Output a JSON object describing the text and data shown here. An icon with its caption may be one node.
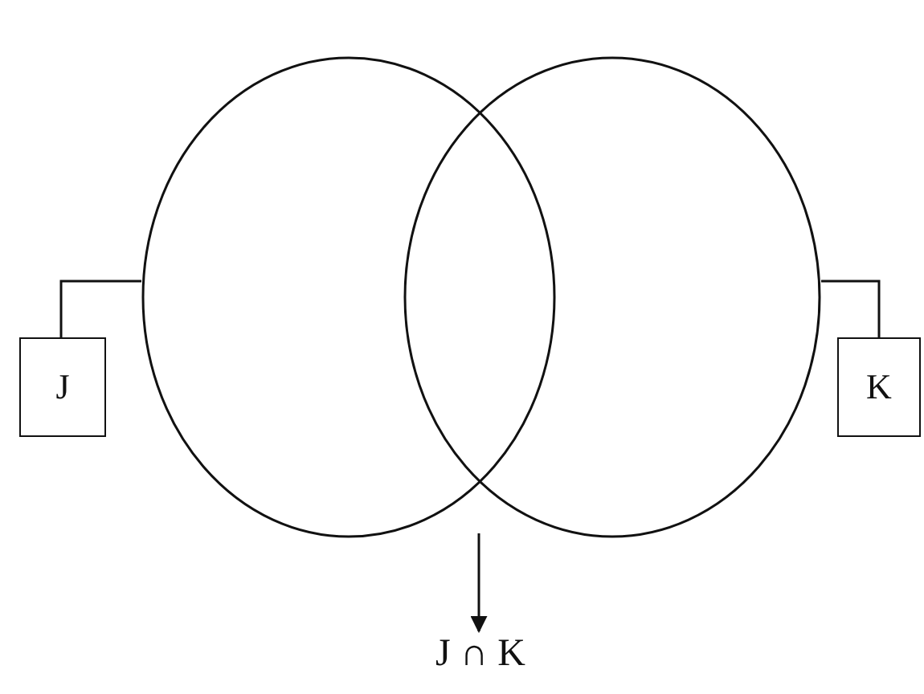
{
  "diagram": {
    "nodes": [
      {
        "text": [],
        "shape": "ellipse"
      },
      {
        "text": [],
        "shape": "ellipse"
      },
      {
        "text": [
          "J"
        ]
      },
      {
        "text": [
          "K"
        ]
      },
      {
        "text": [
          "J ∩ K"
        ]
      }
    ],
    "edges": [
      {
        "from": 2,
        "to": 0,
        "arrow": "none"
      },
      {
        "from": 3,
        "to": 1,
        "arrow": "none"
      },
      {
        "from": null,
        "to": 4,
        "arrow": "to"
      }
    ]
  }
}
